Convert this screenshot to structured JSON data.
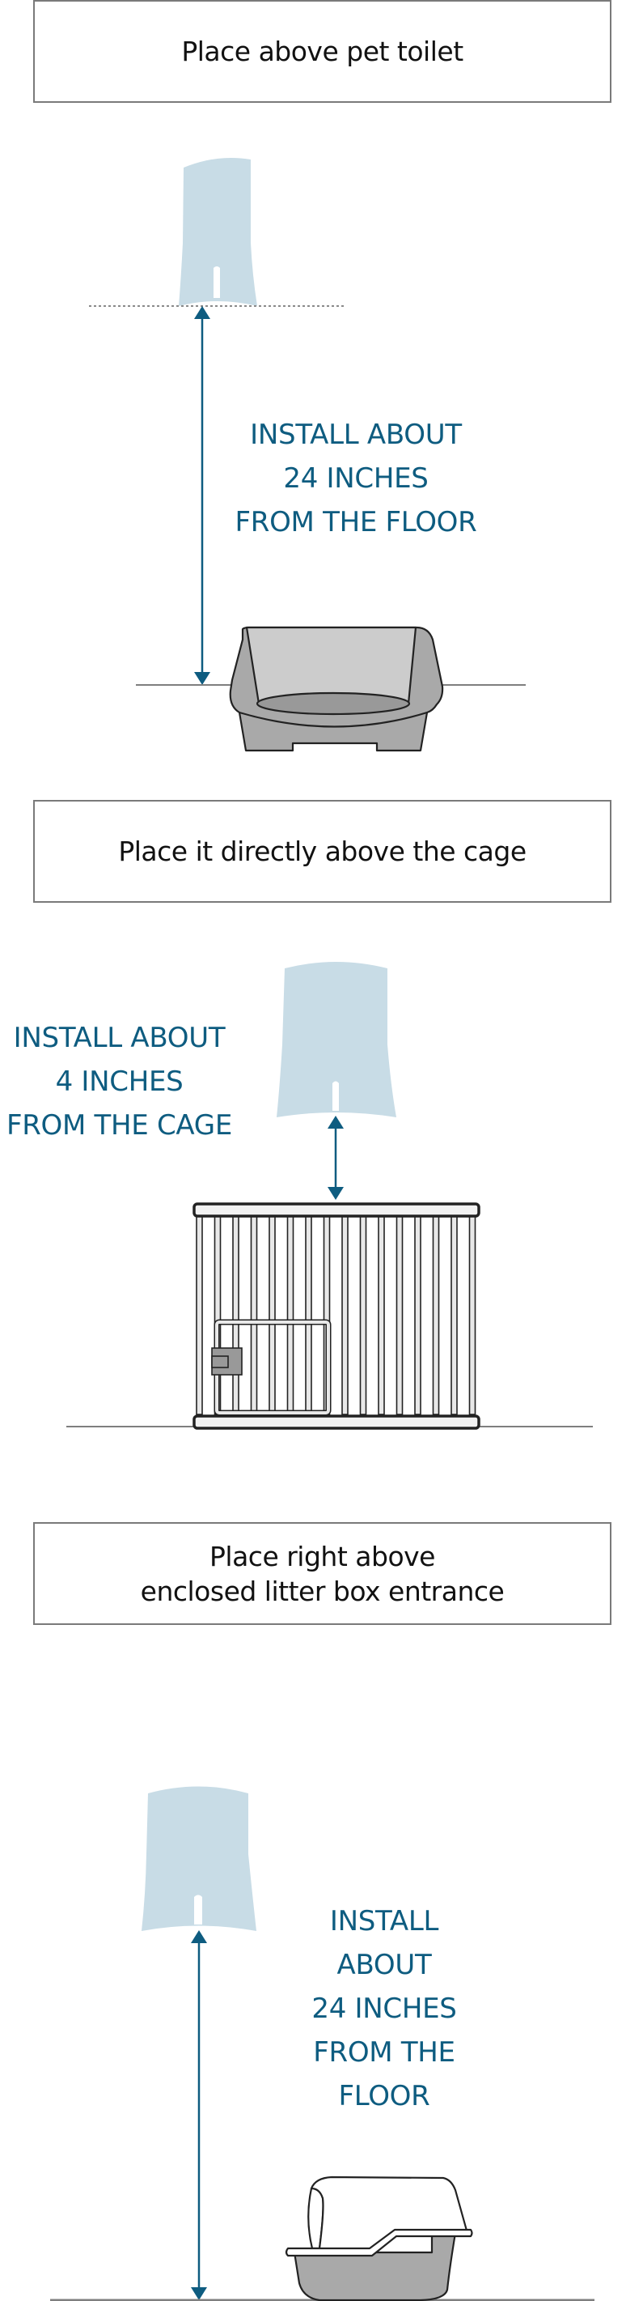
{
  "colors": {
    "accent": "#0e5c80",
    "device_fill": "#c8dce6",
    "box_border": "#7a7a7a",
    "floor_line": "#7f7f7f",
    "outline": "#222222",
    "gray_dark": "#a9a9a9",
    "gray_light": "#cccccc",
    "bar_fill": "#e8e8e8"
  },
  "sections": [
    {
      "id": "pet-toilet",
      "title": "Place above pet toilet",
      "note": "INSTALL ABOUT\n24 INCHES\nFROM THE FLOOR",
      "object": "pet-toilet",
      "distance_inches": 24,
      "reference": "floor"
    },
    {
      "id": "cage",
      "title": "Place it directly above the cage",
      "note": "INSTALL ABOUT\n4 INCHES\nFROM THE CAGE",
      "object": "cage",
      "distance_inches": 4,
      "reference": "cage"
    },
    {
      "id": "enclosed-litter-box",
      "title": "Place right above\nenclosed litter box entrance",
      "note": "INSTALL\nABOUT\n24 INCHES\nFROM THE\nFLOOR",
      "object": "enclosed-litter-box",
      "distance_inches": 24,
      "reference": "floor"
    }
  ]
}
